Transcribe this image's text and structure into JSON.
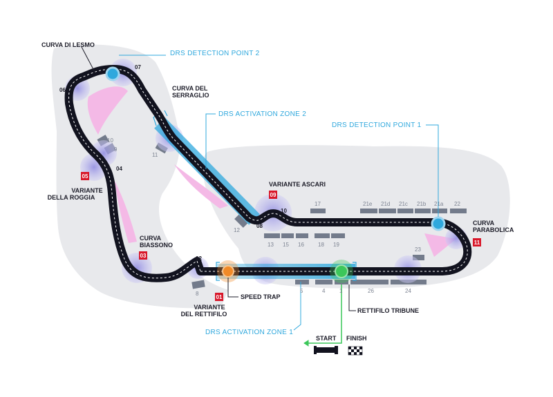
{
  "colors": {
    "runoff": "#e7e8eb",
    "track": "#12131f",
    "kerb": "#f4b9e6",
    "turn_glow": "#b8b6ec",
    "drs": "#2fa8dd",
    "speed_trap": "#f08a28",
    "start_finish": "#3cc75a",
    "badge": "#d8172a",
    "grandstand": "#737b8b",
    "label_dark": "#1c1c28"
  },
  "corners": {
    "lesmo": "CURVA DI LESMO",
    "serraglio_1": "CURVA DEL",
    "serraglio_2": "SERRAGLIO",
    "roggia_1": "VARIANTE",
    "roggia_2": "DELLA ROGGIA",
    "biassono_1": "CURVA",
    "biassono_2": "BIASSONO",
    "rettifilo_1": "VARIANTE",
    "rettifilo_2": "DEL RETTIFILO",
    "ascari": "VARIANTE ASCARI",
    "parabolica_1": "CURVA",
    "parabolica_2": "PARABOLICA"
  },
  "turn_numbers": {
    "t02": "02",
    "t04": "04",
    "t06": "06",
    "t07": "07",
    "t08": "08",
    "t10": "10"
  },
  "badges": {
    "b01": "01",
    "b03": "03",
    "b05": "05",
    "b09": "09",
    "b11": "11"
  },
  "drs": {
    "detection_1": "DRS DETECTION POINT 1",
    "detection_2": "DRS DETECTION POINT 2",
    "activation_1": "DRS ACTIVATION ZONE 1",
    "activation_2": "DRS ACTIVATION ZONE 2"
  },
  "features": {
    "speed_trap": "SPEED TRAP",
    "rettifilo_tribune": "RETTIFILO TRIBUNE",
    "start": "START",
    "finish": "FINISH"
  },
  "grandstands": {
    "g1": "1",
    "g4": "4",
    "g5": "5",
    "g8": "8",
    "g9": "9",
    "g10": "10",
    "g11": "11",
    "g12": "12",
    "g13": "13",
    "g15": "15",
    "g16": "16",
    "g17": "17",
    "g18": "18",
    "g19": "19",
    "g21a": "21a",
    "g21b": "21b",
    "g21c": "21c",
    "g21d": "21d",
    "g21e": "21e",
    "g22": "22",
    "g23": "23",
    "g24": "24",
    "g26": "26"
  }
}
